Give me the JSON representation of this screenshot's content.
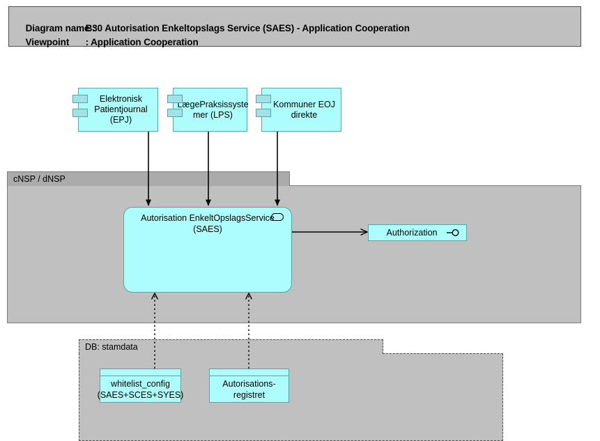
{
  "header": {
    "diagram_name_label": "Diagram name :",
    "diagram_name_value": "B30 Autorisation Enkeltopslags Service (SAES) - Application Cooperation",
    "viewpoint_label": "Viewpoint",
    "viewpoint_sep": ": ",
    "viewpoint_value": "Application Cooperation"
  },
  "groups": {
    "cnsp": {
      "label": "cNSP / dNSP"
    },
    "db": {
      "label": "DB: stamdata"
    }
  },
  "components": [
    {
      "id": "epj",
      "label": "Elektronisk\nPatientjournal\n(EPJ)",
      "icon": "component-icon"
    },
    {
      "id": "lps",
      "label": "LægePraksissyste\nmer (LPS)",
      "icon": "component-icon"
    },
    {
      "id": "kommuner",
      "label": "Kommuner EOJ\ndirekte",
      "icon": "component-icon"
    }
  ],
  "service": {
    "label": "Autorisation EnkeltOpslagsService\n(SAES)",
    "icon": "application-service-icon"
  },
  "interface": {
    "label": "Authorization",
    "icon": "provided-interface-lollipop-icon"
  },
  "data_objects": [
    {
      "id": "whitelist",
      "label": "whitelist_config\n(SAES+SCES+SYES)",
      "icon": "data-object-icon"
    },
    {
      "id": "autoreg",
      "label": "Autorisations-\nregistret",
      "icon": "data-object-icon"
    }
  ],
  "connections": [
    {
      "id": "epj-to-saes",
      "style": "solid",
      "arrow": "filled"
    },
    {
      "id": "lps-to-saes",
      "style": "solid",
      "arrow": "filled"
    },
    {
      "id": "kommuner-to-saes",
      "style": "solid",
      "arrow": "filled"
    },
    {
      "id": "saes-to-authorization",
      "style": "solid",
      "arrow": "open"
    },
    {
      "id": "whitelist-to-saes",
      "style": "dotted",
      "arrow": "open"
    },
    {
      "id": "autoreg-to-saes",
      "style": "dotted",
      "arrow": "open"
    }
  ],
  "colors": {
    "element_fill": "#aefdfd",
    "element_border": "#58a3a8",
    "group_fill": "#c0c0c0",
    "group_tab_fill": "#ababab",
    "line": "#000000",
    "page_background": "#ffffff"
  }
}
